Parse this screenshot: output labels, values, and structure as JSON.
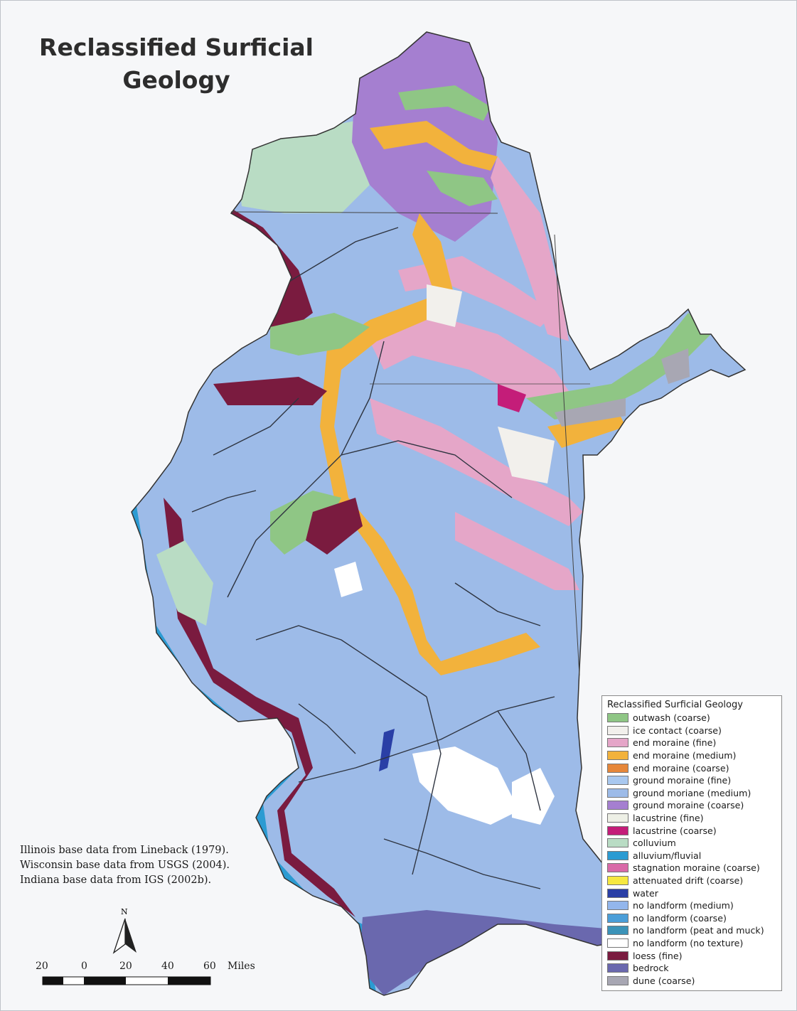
{
  "title": {
    "line1": "Reclassified Surficial",
    "line2": "Geology"
  },
  "credits": [
    "Illinois base data from Lineback (1979).",
    "Wisconsin base data from USGS (2004).",
    "Indiana base data from IGS (2002b)."
  ],
  "north_arrow": {
    "label": "N"
  },
  "scale_bar": {
    "labels": [
      "20",
      "0",
      "20",
      "40",
      "60"
    ],
    "unit": "Miles"
  },
  "legend": {
    "title": "Reclassified Surficial Geology",
    "items": [
      {
        "label": "outwash (coarse)",
        "color": "#8fc685"
      },
      {
        "label": "ice contact (coarse)",
        "color": "#f2f0ec"
      },
      {
        "label": "end moraine (fine)",
        "color": "#e5a6c8"
      },
      {
        "label": "end moraine (medium)",
        "color": "#f2b23c"
      },
      {
        "label": "end moraine (coarse)",
        "color": "#e6873a"
      },
      {
        "label": "ground moraine (fine)",
        "color": "#a9c8ef"
      },
      {
        "label": "ground moriane (medium)",
        "color": "#9dbbe8"
      },
      {
        "label": "ground moraine (coarse)",
        "color": "#a57fd0"
      },
      {
        "label": "lacustrine (fine)",
        "color": "#eef0e6"
      },
      {
        "label": "lacustrine (coarse)",
        "color": "#c41d79"
      },
      {
        "label": "colluvium",
        "color": "#b9dcc4"
      },
      {
        "label": "alluvium/fluvial",
        "color": "#2b9bd2"
      },
      {
        "label": "stagnation moraine (coarse)",
        "color": "#d96aa8"
      },
      {
        "label": "attenuated drift (coarse)",
        "color": "#f6e840"
      },
      {
        "label": "water",
        "color": "#2a3fa6"
      },
      {
        "label": "no landform (medium)",
        "color": "#93b6ec"
      },
      {
        "label": "no landform (coarse)",
        "color": "#4b9ed8"
      },
      {
        "label": "no landform (peat and muck)",
        "color": "#3c93b8"
      },
      {
        "label": "no landform (no texture)",
        "color": "#ffffff"
      },
      {
        "label": "loess (fine)",
        "color": "#7a1b3f"
      },
      {
        "label": "bedrock",
        "color": "#6a68ae"
      },
      {
        "label": "dune (coarse)",
        "color": "#a8a7b3"
      }
    ]
  }
}
